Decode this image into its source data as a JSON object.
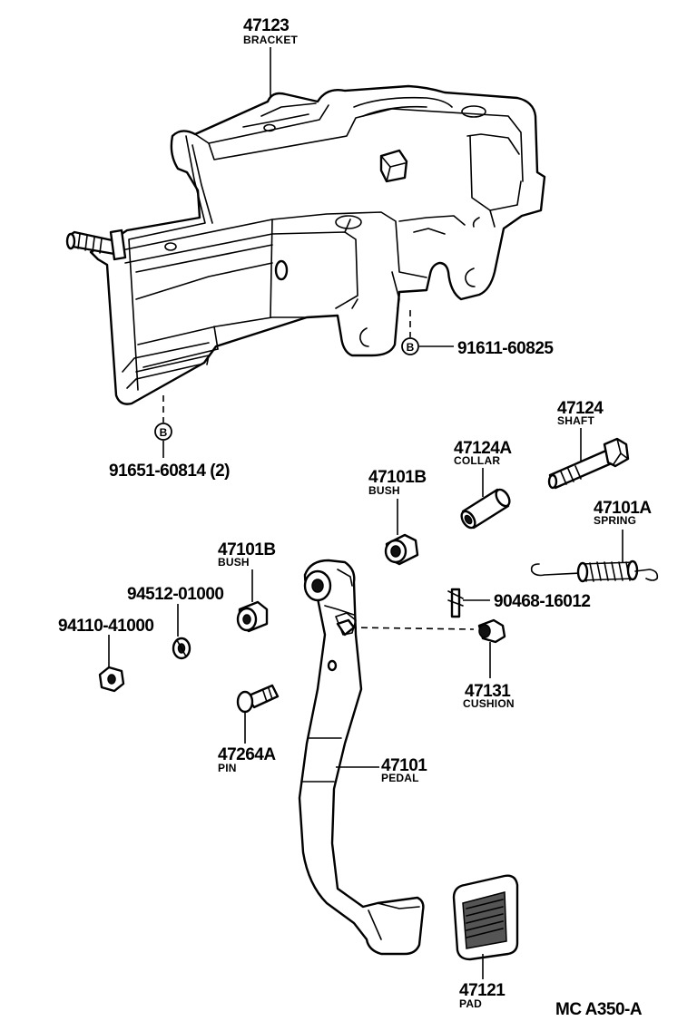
{
  "parts": [
    {
      "key": "bracket",
      "number": "47123",
      "name": "BRACKET"
    },
    {
      "key": "bolt_right",
      "number": "91611-60825",
      "name": ""
    },
    {
      "key": "bolt_left",
      "number": "91651-60814 (2)",
      "name": ""
    },
    {
      "key": "shaft",
      "number": "47124",
      "name": "SHAFT"
    },
    {
      "key": "collar",
      "number": "47124A",
      "name": "COLLAR"
    },
    {
      "key": "bush_upper",
      "number": "47101B",
      "name": "BUSH"
    },
    {
      "key": "spring",
      "number": "47101A",
      "name": "SPRING"
    },
    {
      "key": "bush_lower",
      "number": "47101B",
      "name": "BUSH"
    },
    {
      "key": "lock_washer",
      "number": "94512-01000",
      "name": ""
    },
    {
      "key": "nut",
      "number": "94110-41000",
      "name": ""
    },
    {
      "key": "clip",
      "number": "90468-16012",
      "name": ""
    },
    {
      "key": "cushion",
      "number": "47131",
      "name": "CUSHION"
    },
    {
      "key": "pin",
      "number": "47264A",
      "name": "PIN"
    },
    {
      "key": "pedal",
      "number": "47101",
      "name": "PEDAL"
    },
    {
      "key": "pad",
      "number": "47121",
      "name": "PAD"
    }
  ],
  "bolt_marker": "B",
  "figure_code": "MC A350-A"
}
